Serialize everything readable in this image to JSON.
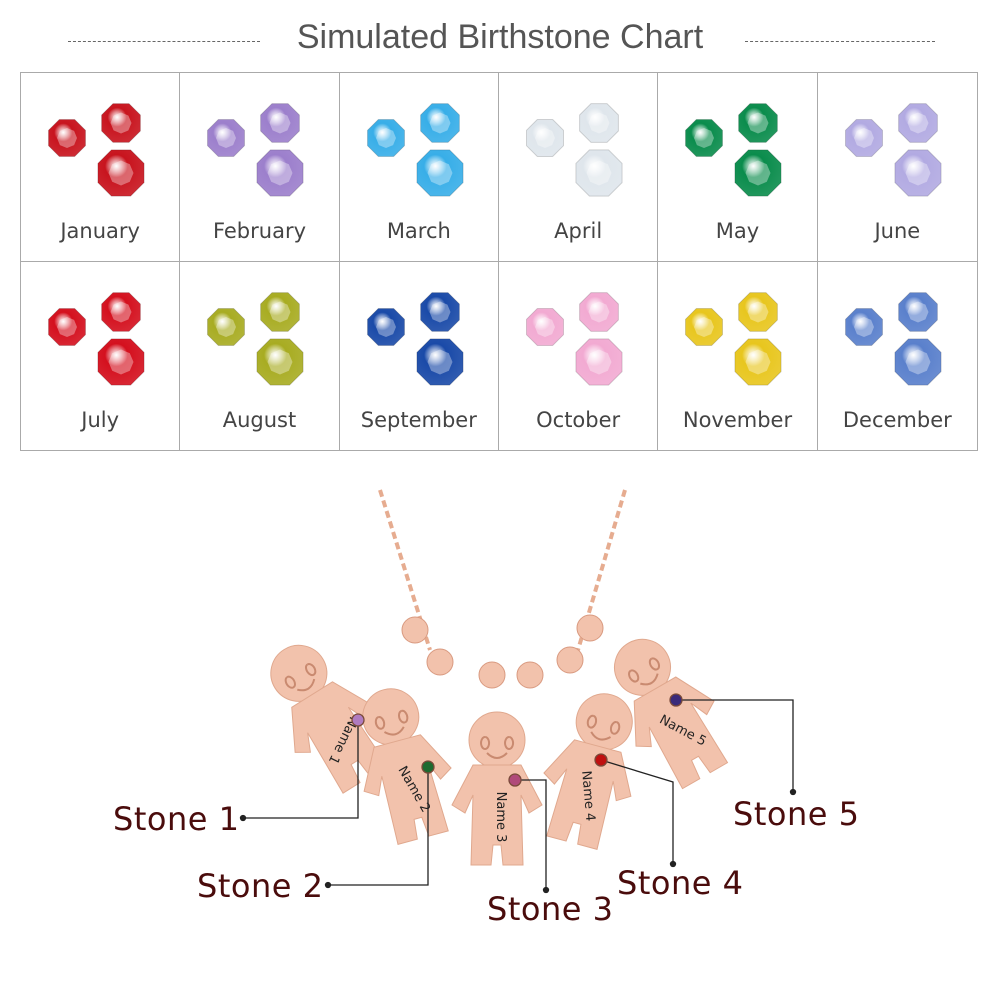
{
  "title": "Simulated Birthstone Chart",
  "months": [
    {
      "name": "January",
      "color": "#c8141e"
    },
    {
      "name": "February",
      "color": "#9c7fcc"
    },
    {
      "name": "March",
      "color": "#38aee8"
    },
    {
      "name": "April",
      "color": "#dfe6ec"
    },
    {
      "name": "May",
      "color": "#0a8c4c"
    },
    {
      "name": "June",
      "color": "#b2aae2"
    },
    {
      "name": "July",
      "color": "#d4101e"
    },
    {
      "name": "August",
      "color": "#a8ac22"
    },
    {
      "name": "September",
      "color": "#1a4aa8"
    },
    {
      "name": "October",
      "color": "#f2aad2"
    },
    {
      "name": "November",
      "color": "#e8c61e"
    },
    {
      "name": "December",
      "color": "#5a80cc"
    }
  ],
  "necklace": {
    "metal_color": "#f2c2ac",
    "names": [
      "Name 1",
      "Name 2",
      "Name 3",
      "Name 4",
      "Name 5"
    ],
    "stones": [
      {
        "label": "Stone 1",
        "color": "#b07cc0"
      },
      {
        "label": "Stone 2",
        "color": "#1e6a30"
      },
      {
        "label": "Stone 3",
        "color": "#b04a7a"
      },
      {
        "label": "Stone 4",
        "color": "#c01010"
      },
      {
        "label": "Stone 5",
        "color": "#3a2a7a"
      }
    ]
  },
  "label_color": "#4a0c0c"
}
